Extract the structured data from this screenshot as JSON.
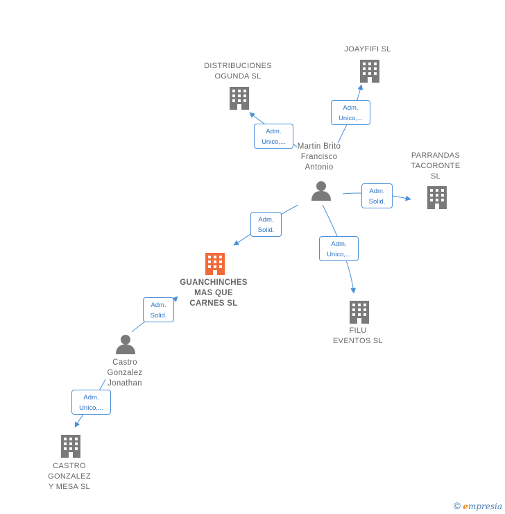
{
  "nodes": {
    "guanchinches": "GUANCHINCHES MAS QUE CARNES  SL",
    "distribuciones": "DISTRIBUCIONES OGUNDA  SL",
    "joayfifi": "JOAYFIFI  SL",
    "parrandas": "PARRANDAS TACORONTE SL",
    "filu": "FILU EVENTOS  SL",
    "castro_mesa": "CASTRO GONZALEZ Y MESA  SL",
    "martin": "Martin Brito Francisco Antonio",
    "castro_jonathan": "Castro Gonzalez Jonathan"
  },
  "node_lines": {
    "guanchinches": [
      "GUANCHINCHES",
      "MAS QUE",
      "CARNES  SL"
    ],
    "distribuciones": [
      "DISTRIBUCIONES",
      "OGUNDA  SL"
    ],
    "joayfifi": [
      "JOAYFIFI  SL"
    ],
    "parrandas": [
      "PARRANDAS",
      "TACORONTE",
      "SL"
    ],
    "filu": [
      "FILU",
      "EVENTOS  SL"
    ],
    "castro_mesa": [
      "CASTRO",
      "GONZALEZ",
      "Y MESA  SL"
    ],
    "martin": [
      "Martin Brito",
      "Francisco",
      "Antonio"
    ],
    "castro_jonathan": [
      "Castro",
      "Gonzalez",
      "Jonathan"
    ]
  },
  "relations": {
    "r_distribuciones": [
      "Adm.",
      "Unico,..."
    ],
    "r_joayfifi": [
      "Adm.",
      "Unico,..."
    ],
    "r_parrandas": [
      "Adm.",
      "Solid."
    ],
    "r_guanchinches_martin": [
      "Adm.",
      "Solid."
    ],
    "r_filu": [
      "Adm.",
      "Unico,..."
    ],
    "r_guanchinches_castro": [
      "Adm.",
      "Solid."
    ],
    "r_castro_mesa": [
      "Adm.",
      "Unico,..."
    ]
  },
  "colors": {
    "company": "#7a7a7a",
    "focus_company": "#f26a3a",
    "person": "#7a7a7a",
    "edge": "#4a90d9"
  },
  "footer": {
    "copyright": "©",
    "brand_first": "e",
    "brand_rest": "mpresia"
  }
}
